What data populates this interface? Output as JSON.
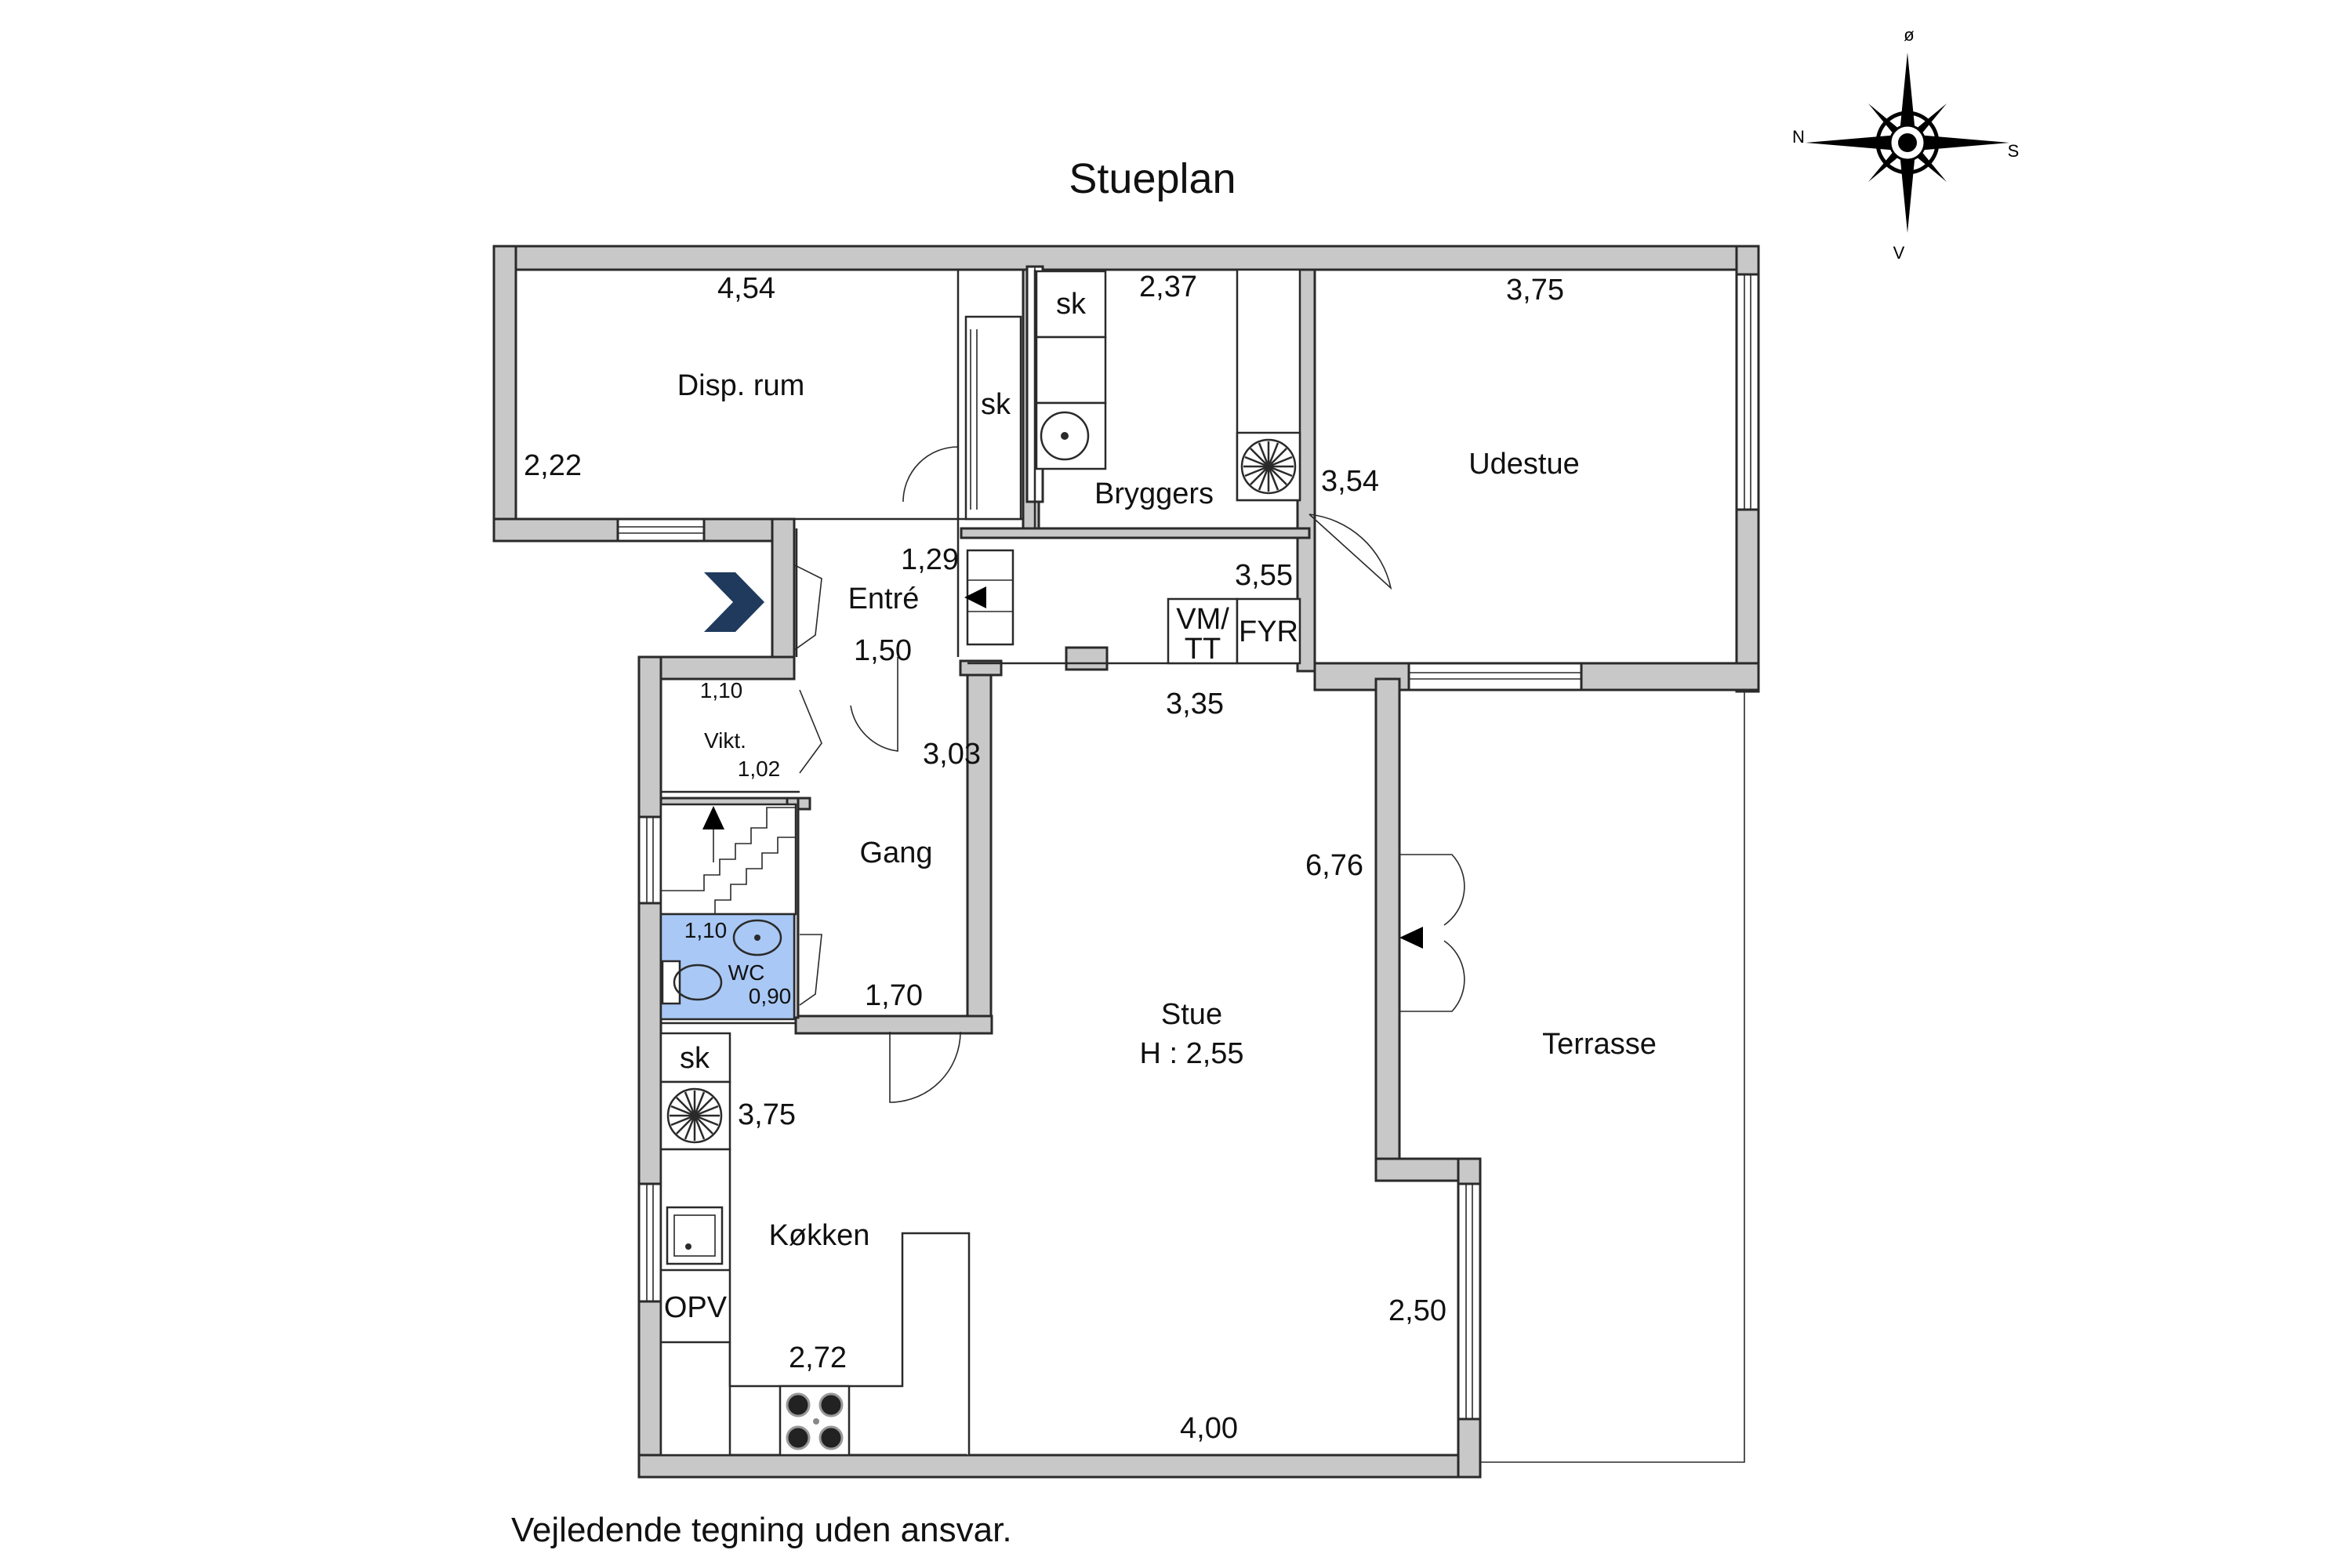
{
  "title": "Stueplan",
  "footer_note": "Vejledende tegning uden ansvar.",
  "compass": {
    "north": "N",
    "south": "S",
    "east": "ø",
    "west": "V"
  },
  "entry_arrow_color": "#1f3a5c",
  "wc_fill_color": "#a9c8f5",
  "rooms": {
    "disp_rum": "Disp. rum",
    "bryggers": "Bryggers",
    "udestue": "Udestue",
    "entre": "Entré",
    "vikt": "Vikt.",
    "gang": "Gang",
    "wc": "WC",
    "stue": "Stue",
    "stue_height": "H : 2,55",
    "kokken": "Køkken",
    "terrasse": "Terrasse"
  },
  "fixtures": {
    "sk": "sk",
    "vm_tt_line1": "VM/",
    "vm_tt_line2": "TT",
    "fyr": "FYR",
    "opv": "OPV"
  },
  "dimensions": {
    "disp_width": "4,54",
    "disp_depth": "2,22",
    "bryggers_width": "2,37",
    "bryggers_depth": "3,54",
    "bryggers_lower": "3,55",
    "udestue_width": "3,75",
    "entre_width": "1,29",
    "entre_depth": "1,50",
    "vikt_width": "1,10",
    "vikt_depth": "1,02",
    "gang_width": "3,03",
    "gang_depth": "1,70",
    "wc_width": "1,10",
    "wc_depth": "0,90",
    "stue_width": "3,35",
    "stue_depth": "6,76",
    "kokken_depth": "3,75",
    "kokken_width": "2,72",
    "stue_bottom": "4,00",
    "stue_right": "2,50"
  }
}
